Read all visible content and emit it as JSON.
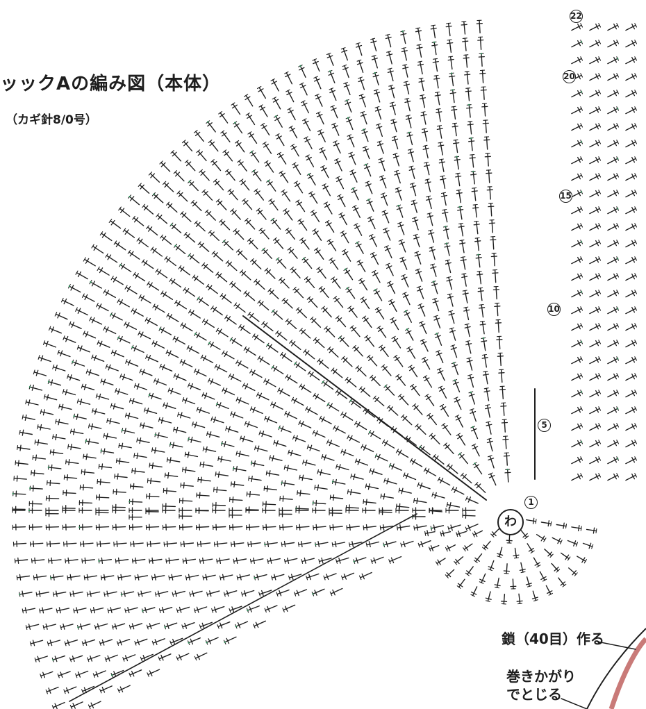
{
  "title": "ッックAの編み図（本体）",
  "subtitle": "（カギ針8/0号）",
  "notes": {
    "chain": "鎖（40目）作る",
    "join_line1": "巻きかがり",
    "join_line2": "でとじる"
  },
  "center_label": "わ",
  "round_markers": [
    "22",
    "20",
    "15",
    "10",
    "5",
    "1"
  ],
  "colors": {
    "ink": "#1e1e1e",
    "accent_green": "#2e8b57",
    "handle_pink": "#c97a78"
  }
}
